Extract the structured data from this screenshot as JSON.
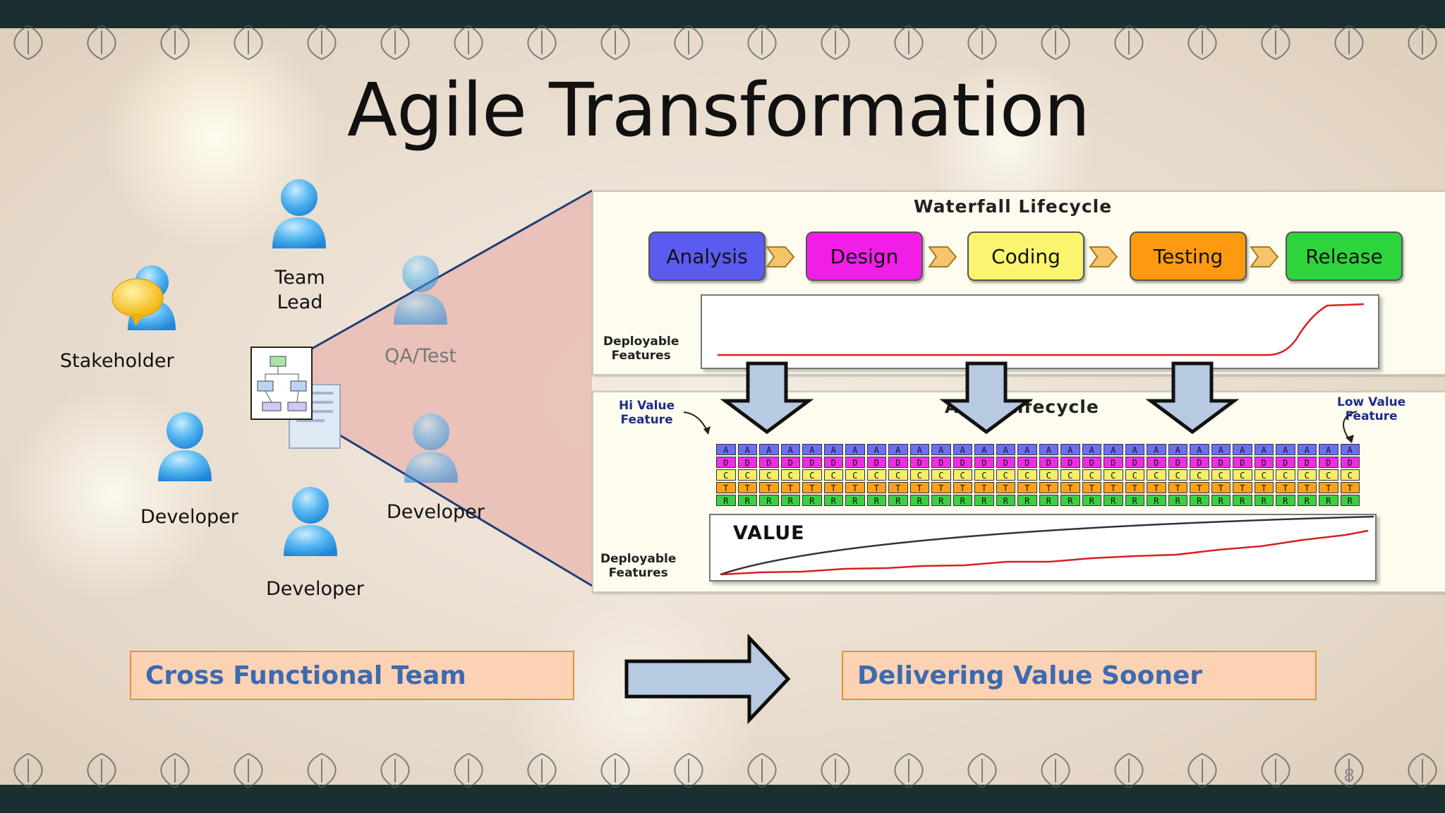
{
  "slide": {
    "title": "Agile Transformation",
    "page_number": "8"
  },
  "team": {
    "members": [
      {
        "role": "team-lead",
        "label_line1": "Team",
        "label_line2": "Lead"
      },
      {
        "role": "stakeholder",
        "label": "Stakeholder"
      },
      {
        "role": "qa-test",
        "label": "QA/Test"
      },
      {
        "role": "developer-left",
        "label": "Developer"
      },
      {
        "role": "developer-bottom",
        "label": "Developer"
      },
      {
        "role": "developer-right",
        "label": "Developer"
      }
    ]
  },
  "waterfall": {
    "heading": "Waterfall Lifecycle",
    "phases": [
      {
        "label": "Analysis",
        "color": "#5b5bf0"
      },
      {
        "label": "Design",
        "color": "#f01ee6"
      },
      {
        "label": "Coding",
        "color": "#faf46e"
      },
      {
        "label": "Testing",
        "color": "#ff9a10"
      },
      {
        "label": "Release",
        "color": "#2ed43c"
      }
    ],
    "axis_label_line1": "Deployable",
    "axis_label_line2": "Features"
  },
  "agile": {
    "heading": "Agile Lifecycle",
    "hi_value_line1": "Hi Value",
    "hi_value_line2": "Feature",
    "low_value_line1": "Low Value",
    "low_value_line2": "Feature",
    "value_label": "VALUE",
    "axis_label_line1": "Deployable",
    "axis_label_line2": "Features",
    "grid_rows": [
      {
        "letter": "A",
        "color": "#6e6ef5"
      },
      {
        "letter": "D",
        "color": "#ee2ee4"
      },
      {
        "letter": "C",
        "color": "#f5ee6a"
      },
      {
        "letter": "T",
        "color": "#ffa020"
      },
      {
        "letter": "R",
        "color": "#3ccf44"
      }
    ],
    "grid_columns": 30
  },
  "callouts": {
    "team": "Cross Functional Team",
    "value": "Delivering Value Sooner"
  },
  "colors": {
    "callout_fill": "#fbd3b4",
    "callout_border": "#e8903a",
    "callout_text": "#3d6ab0",
    "arrow_fill": "#b8cae2",
    "zoom_fill": "#e8b9b2"
  }
}
